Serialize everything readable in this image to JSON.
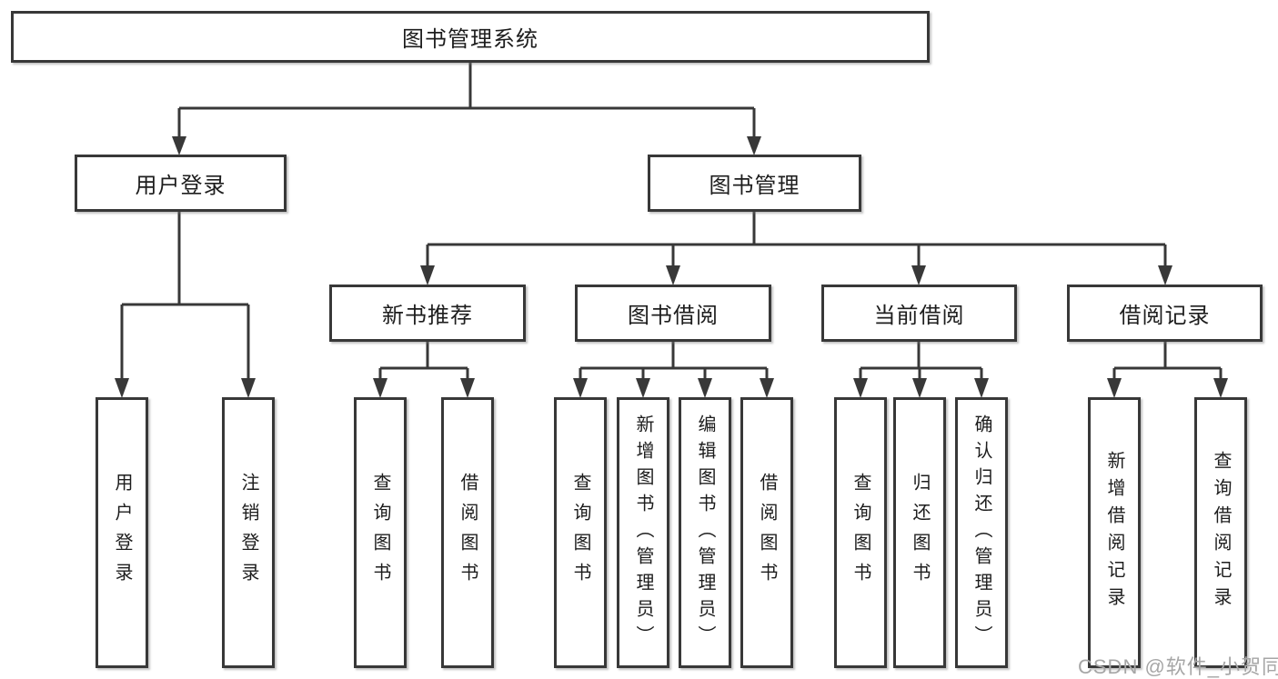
{
  "colors": {
    "line": "#383838",
    "box_border": "#383838",
    "box_fill": "#ffffff",
    "text": "#1d1d1d",
    "watermark": "#a6a6a6",
    "background": "#ffffff"
  },
  "tree": {
    "root": {
      "label": "图书管理系统"
    },
    "level2": [
      {
        "label": "用户登录"
      },
      {
        "label": "图书管理"
      }
    ],
    "level3": [
      {
        "parent": "图书管理",
        "label": "新书推荐"
      },
      {
        "parent": "图书管理",
        "label": "图书借阅"
      },
      {
        "parent": "图书管理",
        "label": "当前借阅"
      },
      {
        "parent": "图书管理",
        "label": "借阅记录"
      }
    ],
    "leaves": [
      {
        "parent": "用户登录",
        "label": "用户登录"
      },
      {
        "parent": "用户登录",
        "label": "注销登录"
      },
      {
        "parent": "新书推荐",
        "label": "查询图书"
      },
      {
        "parent": "新书推荐",
        "label": "借阅图书"
      },
      {
        "parent": "图书借阅",
        "label": "查询图书"
      },
      {
        "parent": "图书借阅",
        "label": "新增图书（管理员）"
      },
      {
        "parent": "图书借阅",
        "label": "编辑图书（管理员）"
      },
      {
        "parent": "图书借阅",
        "label": "借阅图书"
      },
      {
        "parent": "当前借阅",
        "label": "查询图书"
      },
      {
        "parent": "当前借阅",
        "label": "归还图书"
      },
      {
        "parent": "当前借阅",
        "label": "确认归还（管理员）"
      },
      {
        "parent": "借阅记录",
        "label": "新增借阅记录"
      },
      {
        "parent": "借阅记录",
        "label": "查询借阅记录"
      }
    ]
  },
  "watermark": {
    "text": "CSDN @软件_小贺同学"
  }
}
